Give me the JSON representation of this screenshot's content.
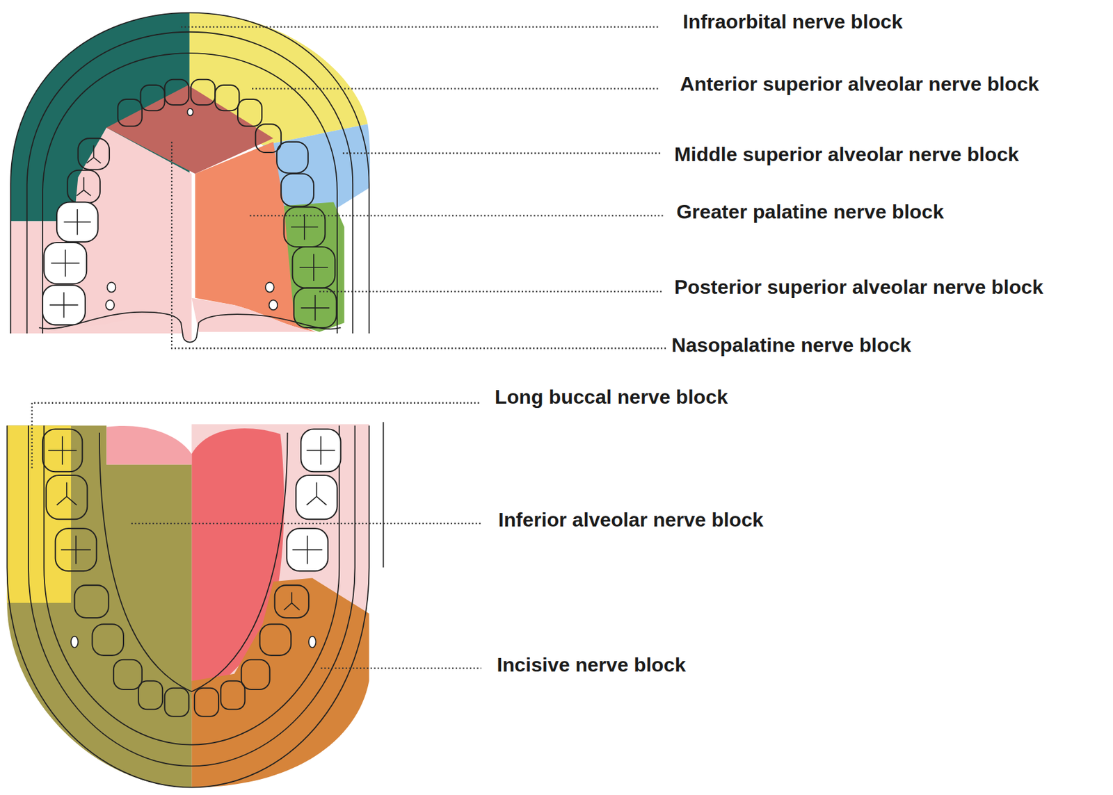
{
  "diagram": {
    "labels": [
      "Infraorbital nerve block",
      "Anterior superior alveolar nerve block",
      "Middle superior alveolar nerve block",
      "Greater palatine nerve block",
      "Posterior superior alveolar nerve block",
      "Nasopalatine nerve block",
      "Long buccal nerve block",
      "Inferior alveolar nerve block",
      "Incisive nerve block"
    ]
  }
}
